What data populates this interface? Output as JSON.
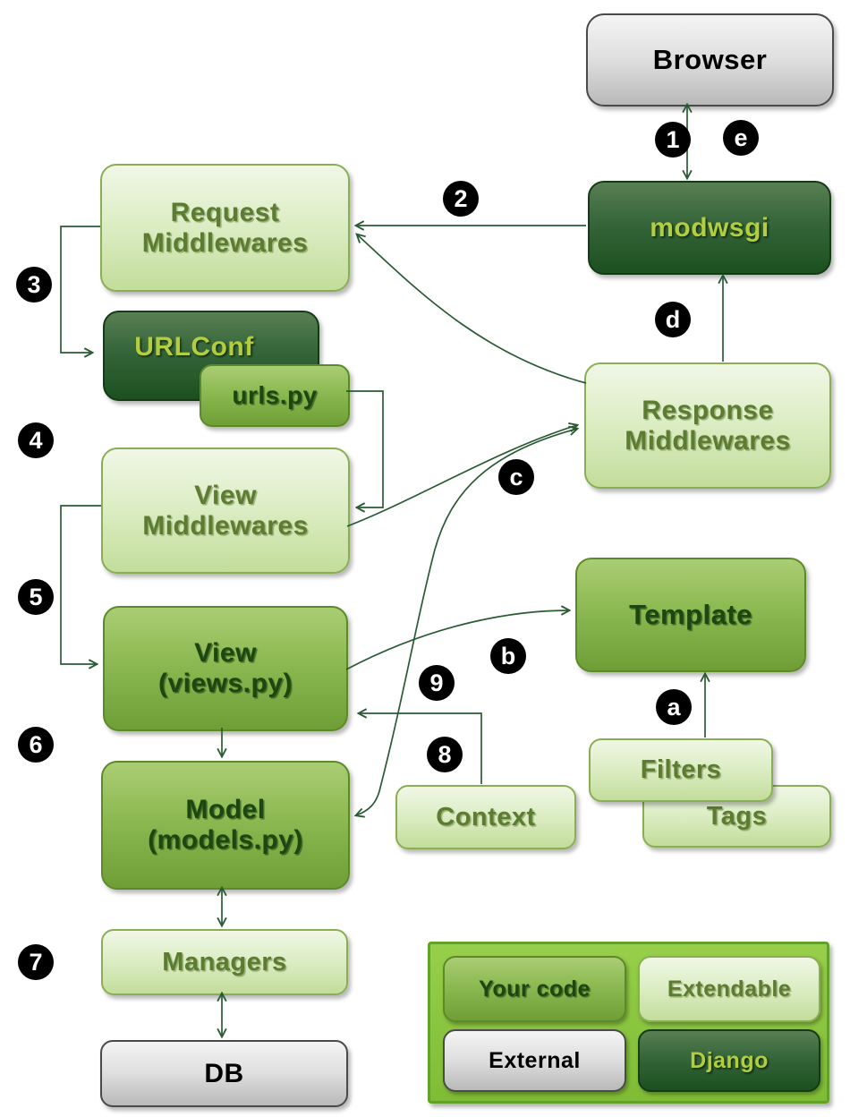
{
  "diagram": {
    "nodes": {
      "browser": {
        "label": "Browser",
        "category": "external"
      },
      "modwsgi": {
        "label": "modwsgi",
        "category": "django"
      },
      "request_middlewares": {
        "label": "Request\nMiddlewares",
        "category": "extendable"
      },
      "urlconf": {
        "label": "URLConf",
        "category": "django"
      },
      "urls_py": {
        "label": "urls.py",
        "category": "your_code"
      },
      "view_middlewares": {
        "label": "View\nMiddlewares",
        "category": "extendable"
      },
      "view": {
        "label": "View\n(views.py)",
        "category": "your_code"
      },
      "model": {
        "label": "Model\n(models.py)",
        "category": "your_code"
      },
      "managers": {
        "label": "Managers",
        "category": "extendable"
      },
      "db": {
        "label": "DB",
        "category": "external"
      },
      "response_middlewares": {
        "label": "Response\nMiddlewares",
        "category": "extendable"
      },
      "template": {
        "label": "Template",
        "category": "your_code"
      },
      "filters": {
        "label": "Filters",
        "category": "extendable"
      },
      "tags": {
        "label": "Tags",
        "category": "extendable"
      },
      "context": {
        "label": "Context",
        "category": "extendable"
      }
    },
    "step_markers": {
      "n1": "1",
      "n2": "2",
      "n3": "3",
      "n4": "4",
      "n5": "5",
      "n6": "6",
      "n7": "7",
      "n8": "8",
      "n9": "9",
      "la": "a",
      "lb": "b",
      "lc": "c",
      "ld": "d",
      "le": "e"
    },
    "legend": {
      "your_code": "Your code",
      "extendable": "Extendable",
      "external": "External",
      "django": "Django"
    },
    "colors": {
      "your_code_fill": "#8cb951",
      "extendable_fill": "#ddeec6",
      "external_fill": "#dedede",
      "django_fill": "#2d5c2f",
      "django_text": "#b2cd3e",
      "arrow": "#2a5b35",
      "legend_panel": "#8cc63f",
      "marker_bg": "#000000",
      "marker_text": "#ffffff"
    }
  }
}
